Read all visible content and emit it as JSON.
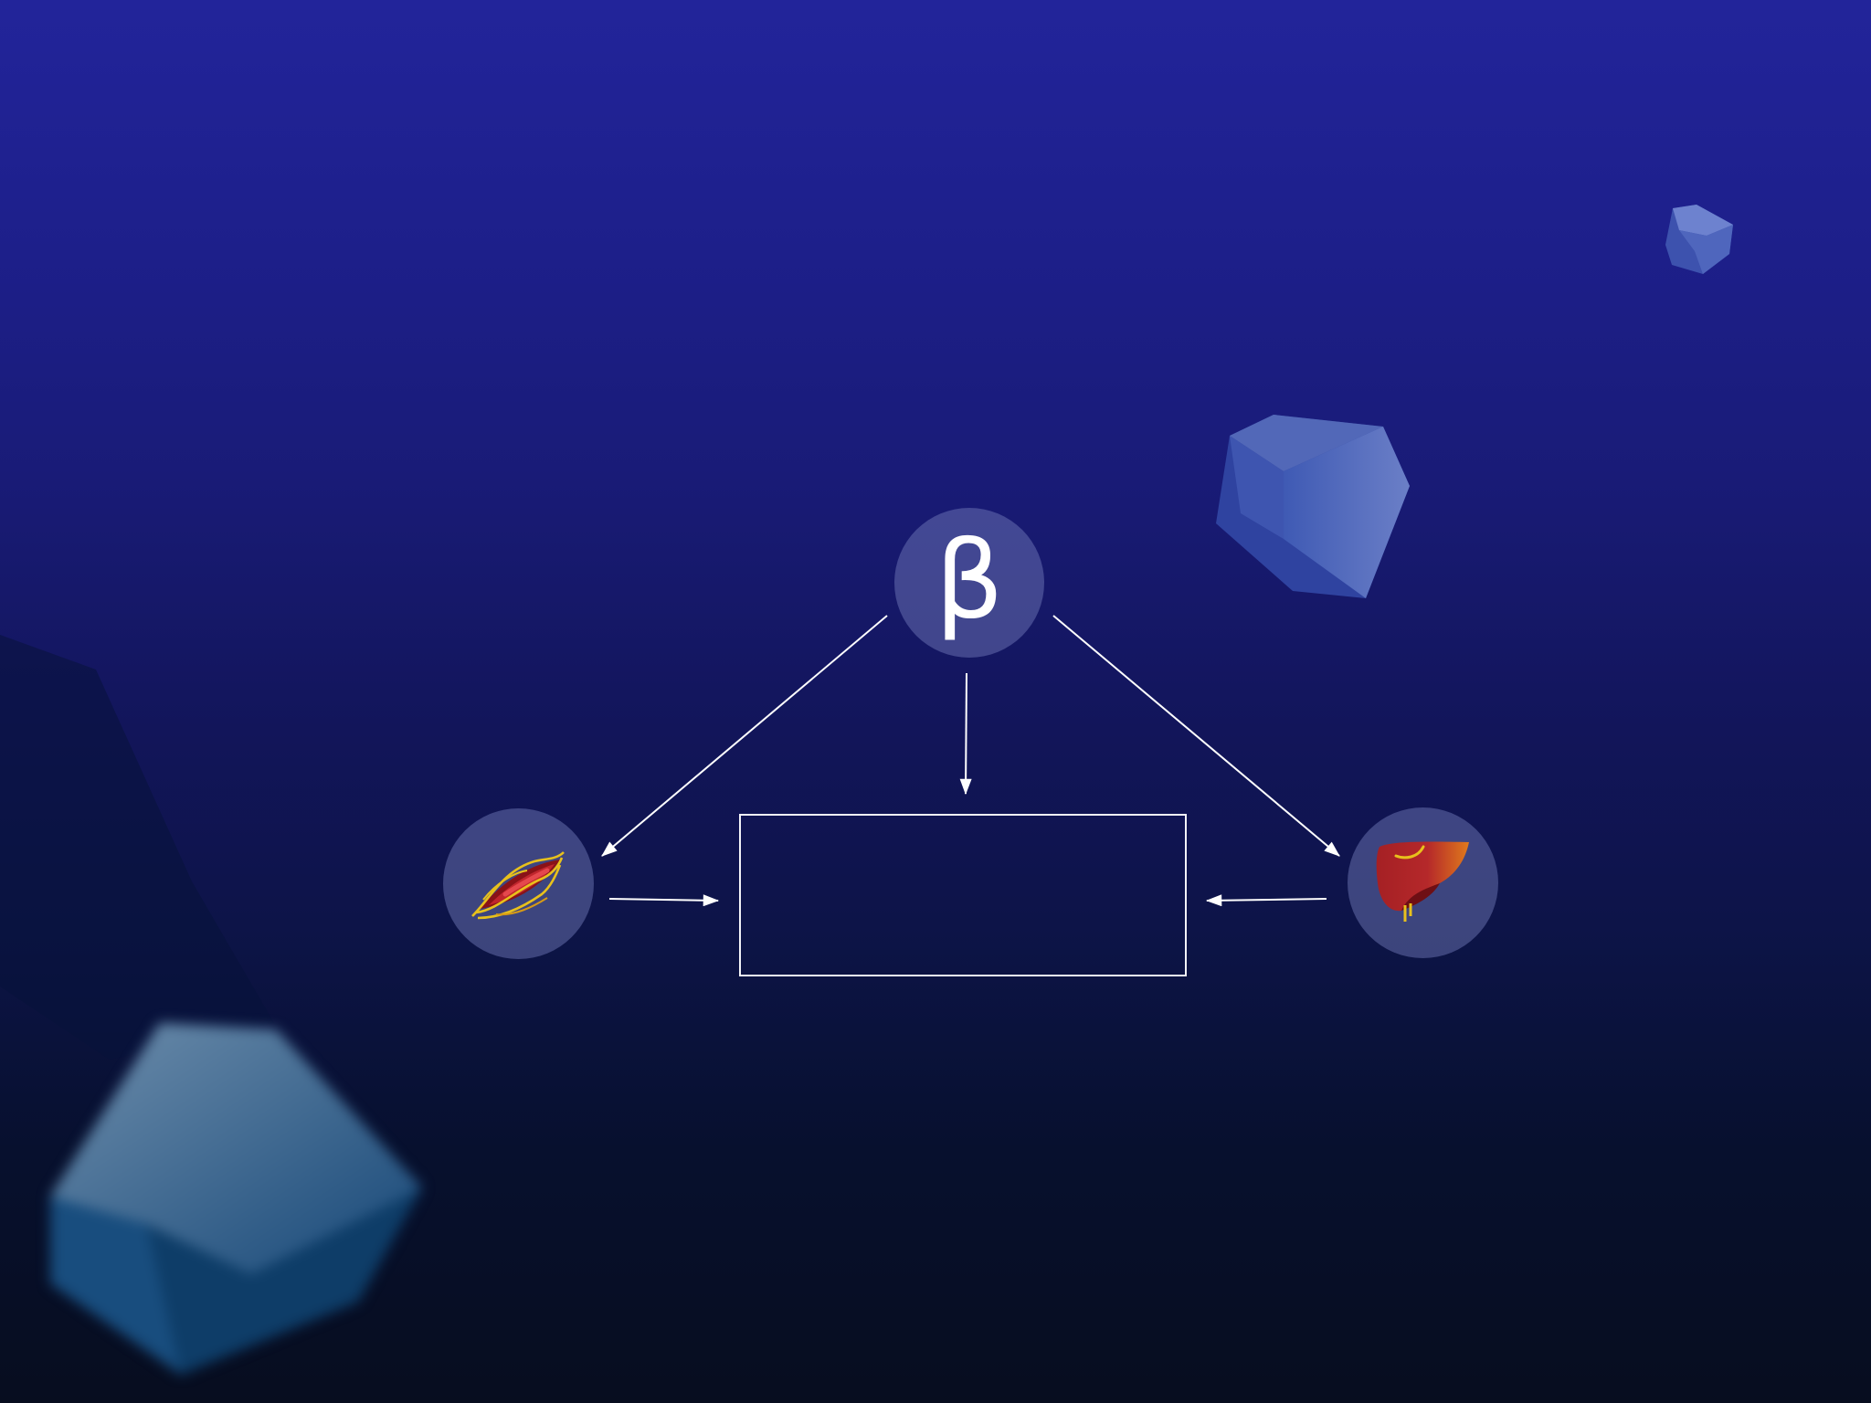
{
  "background": {
    "top_color": "#22249a",
    "bottom_color": "#070d1f",
    "decorations": [
      "crystal-shape",
      "crystal-shape",
      "crystal-shape",
      "crystal-shape"
    ]
  },
  "diagram": {
    "top_node": {
      "symbol": "β",
      "fill": "#6e74b0"
    },
    "left_node": {
      "icon": "muscle-icon"
    },
    "right_node": {
      "icon": "liver-icon"
    },
    "center_box": {
      "label": ""
    },
    "arrows": [
      {
        "from": "top_node",
        "to": "left_node"
      },
      {
        "from": "top_node",
        "to": "center_box"
      },
      {
        "from": "top_node",
        "to": "right_node"
      },
      {
        "from": "left_node",
        "to": "center_box"
      },
      {
        "from": "right_node",
        "to": "center_box"
      }
    ],
    "colors": {
      "arrow": "#ffffff",
      "muscle_red": "#c0262d",
      "fiber_yellow": "#e8c11c",
      "liver_red": "#a52024",
      "liver_orange": "#e07a1c"
    }
  }
}
